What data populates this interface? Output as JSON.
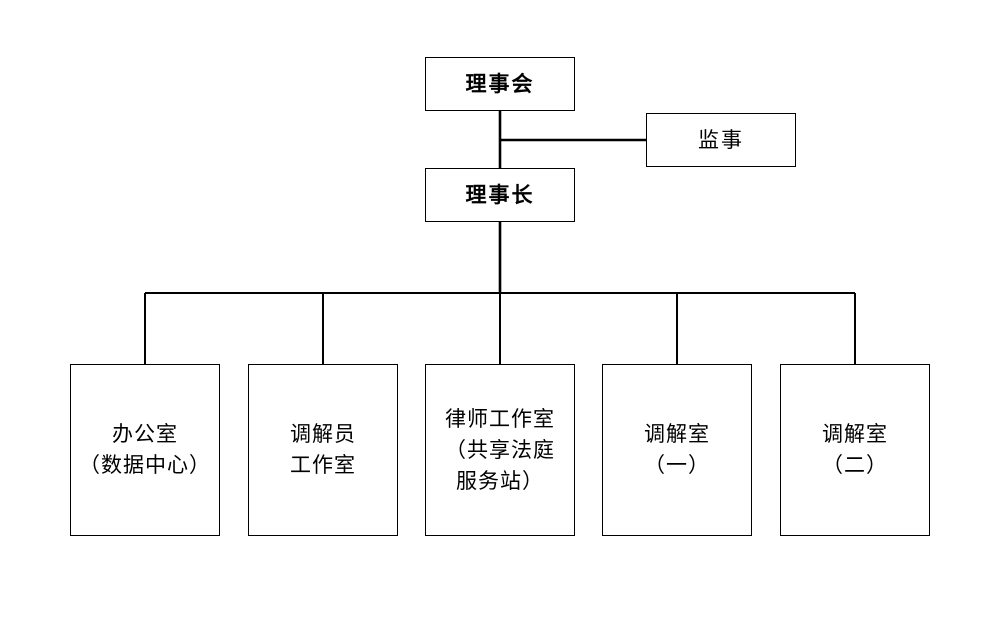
{
  "org_chart": {
    "council": {
      "label": "理事会"
    },
    "supervisor": {
      "label": "监事"
    },
    "chair": {
      "label": "理事长"
    },
    "departments": [
      {
        "lines": [
          "办公室",
          "（数据中心）"
        ]
      },
      {
        "lines": [
          "调解员",
          "工作室"
        ]
      },
      {
        "lines": [
          "律师工作室",
          "（共享法庭",
          "服务站）"
        ]
      },
      {
        "lines": [
          "调解室",
          "（一）"
        ]
      },
      {
        "lines": [
          "调解室",
          "（二）"
        ]
      }
    ]
  }
}
